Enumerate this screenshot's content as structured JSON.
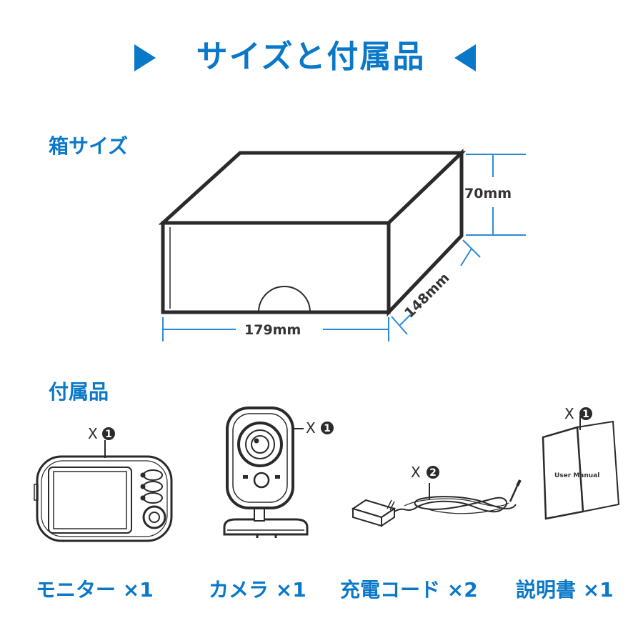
{
  "header": {
    "title": "サイズと付属品"
  },
  "box_size": {
    "heading": "箱サイズ",
    "height": "70mm",
    "depth": "148mm",
    "width": "179mm"
  },
  "accessories": {
    "heading": "付属品",
    "items": [
      {
        "label": "モニター ×1",
        "qty_prefix": "X",
        "qty": "1"
      },
      {
        "label": "カメラ ×1",
        "qty_prefix": "X",
        "qty": "1"
      },
      {
        "label": "充電コード ×2",
        "qty_prefix": "X",
        "qty": "2"
      },
      {
        "label": "説明書 ×1",
        "qty_prefix": "X",
        "qty": "1",
        "cover_text": "User Manual"
      }
    ]
  },
  "colors": {
    "accent": "#0a78c8",
    "line_blue": "#2b8ad8",
    "outline": "#2a2a2a"
  }
}
